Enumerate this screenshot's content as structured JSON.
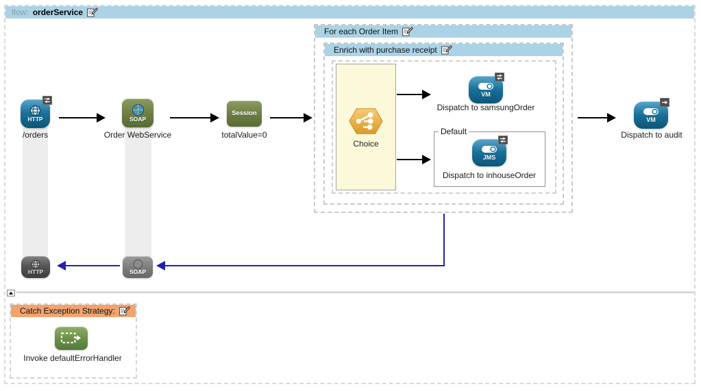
{
  "flow": {
    "prefix": "flow:",
    "name": "orderService"
  },
  "colors": {
    "scope_header_blue": "#abd2e5",
    "exception_header_orange": "#f2a36e",
    "choice_box_bg": "#fcf8da",
    "flow_arrow_black": "#000000",
    "response_arrow_blue": "#2020b0",
    "http_chip_blue": "#1a719a",
    "soap_chip_olive": "#6b7d44",
    "invoke_chip_green": "#6d9149",
    "choice_hexagon_gold": "#e2a42e"
  },
  "icons": {
    "edit": "document-with-pencil",
    "http": "globe-grid",
    "soap": "earth-globe",
    "vm": "cylinder",
    "jms": "cylinder",
    "choice": "branch-hexagon",
    "invoke": "dashed-box-arrow",
    "badge_two_way": "exchange-arrows",
    "badge_one_way": "arrow-right",
    "collapse_toggle": "triangle-up"
  },
  "message_flow": {
    "http_inbound": {
      "caption": "HTTP",
      "label": "/orders",
      "badge": "two-way"
    },
    "soap_service": {
      "caption": "SOAP",
      "label": "Order WebService"
    },
    "session_var": {
      "caption": "Session",
      "label": "totalValue=0"
    },
    "foreach_scope": {
      "title": "For each Order Item"
    },
    "enrich_scope": {
      "title": "Enrich with purchase receipt"
    },
    "choice_router": {
      "label": "Choice"
    },
    "vm_samsung": {
      "caption": "VM",
      "label": "Dispatch to samsungOrder",
      "badge": "two-way"
    },
    "default_branch": {
      "label": "Default"
    },
    "jms_inhouse": {
      "caption": "JMS",
      "label": "Dispatch to inhouseOrder",
      "badge": "two-way"
    },
    "vm_audit": {
      "caption": "VM",
      "label": "Dispatch to audit",
      "badge": "one-way"
    },
    "response_soap": {
      "caption": "SOAP"
    },
    "response_http": {
      "caption": "HTTP"
    }
  },
  "exception_flow": {
    "title": "Catch Exception Strategy:",
    "invoke_handler": {
      "label": "Invoke defaultErrorHandler"
    }
  }
}
